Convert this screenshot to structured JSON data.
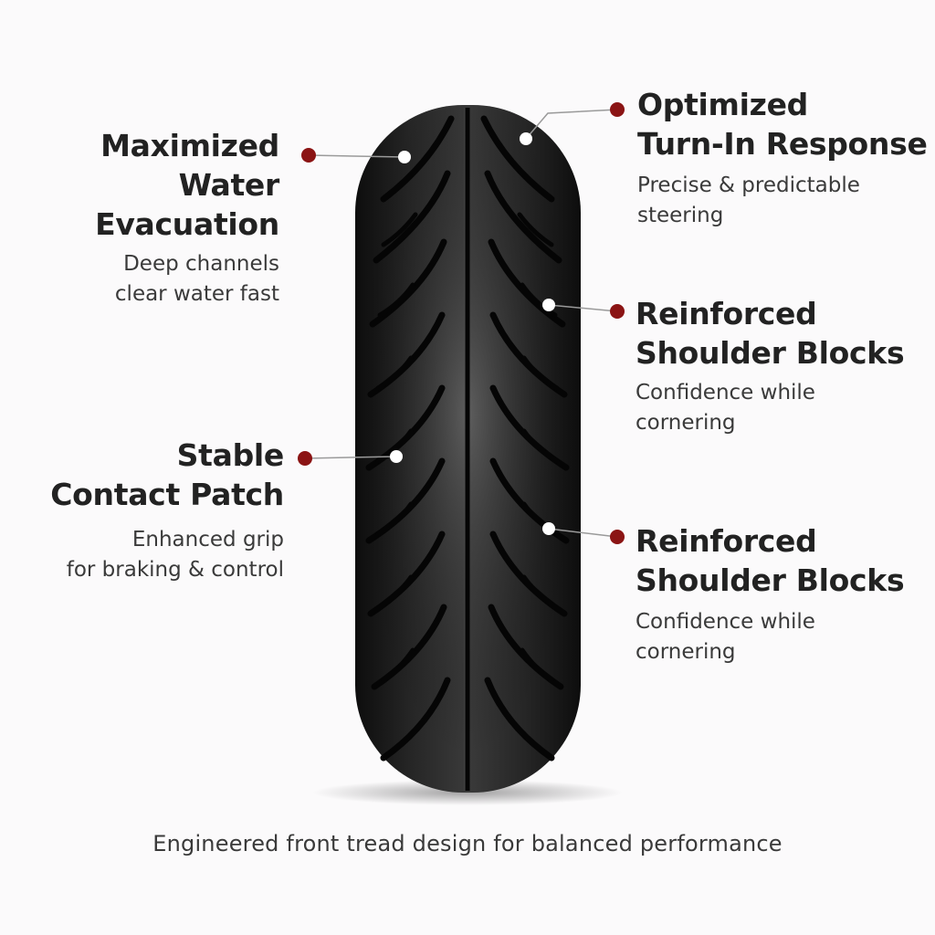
{
  "colors": {
    "marker": "#8b1414",
    "tire": "#151515",
    "leader": "#9a9a9a"
  },
  "callouts": [
    {
      "id": "water",
      "title_lines": [
        "Maximized",
        "Water",
        "Evacuation"
      ],
      "desc_lines": [
        "Deep channels",
        "clear water fast"
      ]
    },
    {
      "id": "contact",
      "title_lines": [
        "Stable",
        "Contact Patch"
      ],
      "desc_lines": [
        "Enhanced grip",
        "for braking & control"
      ]
    },
    {
      "id": "turnin",
      "title_lines": [
        "Optimized",
        "Turn-In Response"
      ],
      "desc_lines": [
        "Precise & predictable",
        "steering"
      ]
    },
    {
      "id": "shoulder1",
      "title_lines": [
        "Reinforced",
        "Shoulder Blocks"
      ],
      "desc_lines": [
        "Confidence while",
        "cornering"
      ]
    },
    {
      "id": "shoulder2",
      "title_lines": [
        "Reinforced",
        "Shoulder Blocks"
      ],
      "desc_lines": [
        "Confidence while",
        "cornering"
      ]
    }
  ],
  "caption": "Engineered front tread design for balanced performance"
}
